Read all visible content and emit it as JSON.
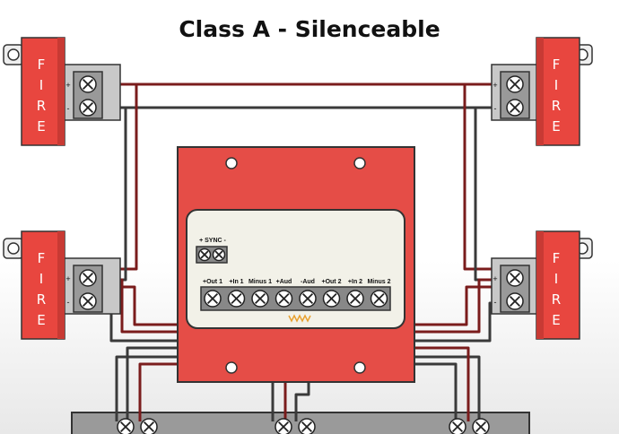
{
  "title": "Class A - Silenceable",
  "device_label": "FIRE",
  "polarity": {
    "plus": "+",
    "minus": "-"
  },
  "module": {
    "sync_label": "+ SYNC -",
    "terminals": [
      "+Out 1",
      "+In 1",
      "Minus 1",
      "+Aud",
      "-Aud",
      "+Out 2",
      "+In 2",
      "Minus 2"
    ]
  },
  "colors": {
    "device_red": "#e8463f",
    "module_red": "#e54d47",
    "wire_red": "#7a1c1c",
    "wire_black": "#3a3a3a",
    "bracket_gray": "#c8c8c8",
    "panel_gray": "#9a9a9a"
  }
}
